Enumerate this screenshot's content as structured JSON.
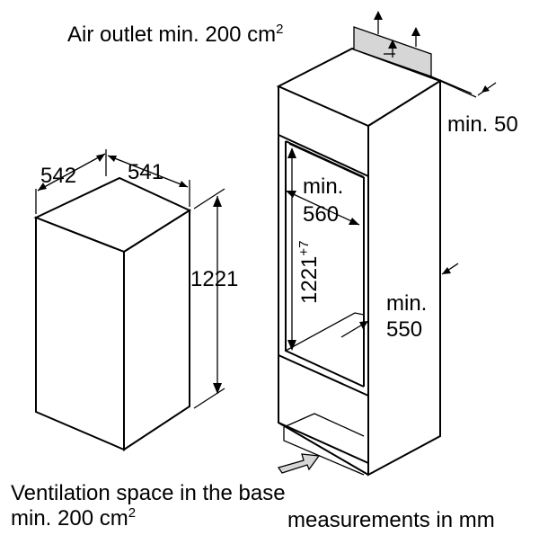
{
  "top_note": {
    "text": "Air outlet min. 200 cm",
    "sup": "2"
  },
  "appliance": {
    "depth": "542",
    "width": "541",
    "height": "1221"
  },
  "niche": {
    "gap_top": "min. 50",
    "niche_depth_line1": "min.",
    "niche_depth_line2": "560",
    "niche_height": "1221",
    "niche_height_tol": "+7",
    "niche_width_line1": "min.",
    "niche_width_line2": "550"
  },
  "base_note": {
    "line1": "Ventilation space in the base",
    "line2": "min. 200 cm",
    "sup": "2"
  },
  "units_note": "measurements in mm",
  "colors": {
    "panel_fill": "#d6d6d6",
    "line": "#000000",
    "background": "#ffffff"
  }
}
